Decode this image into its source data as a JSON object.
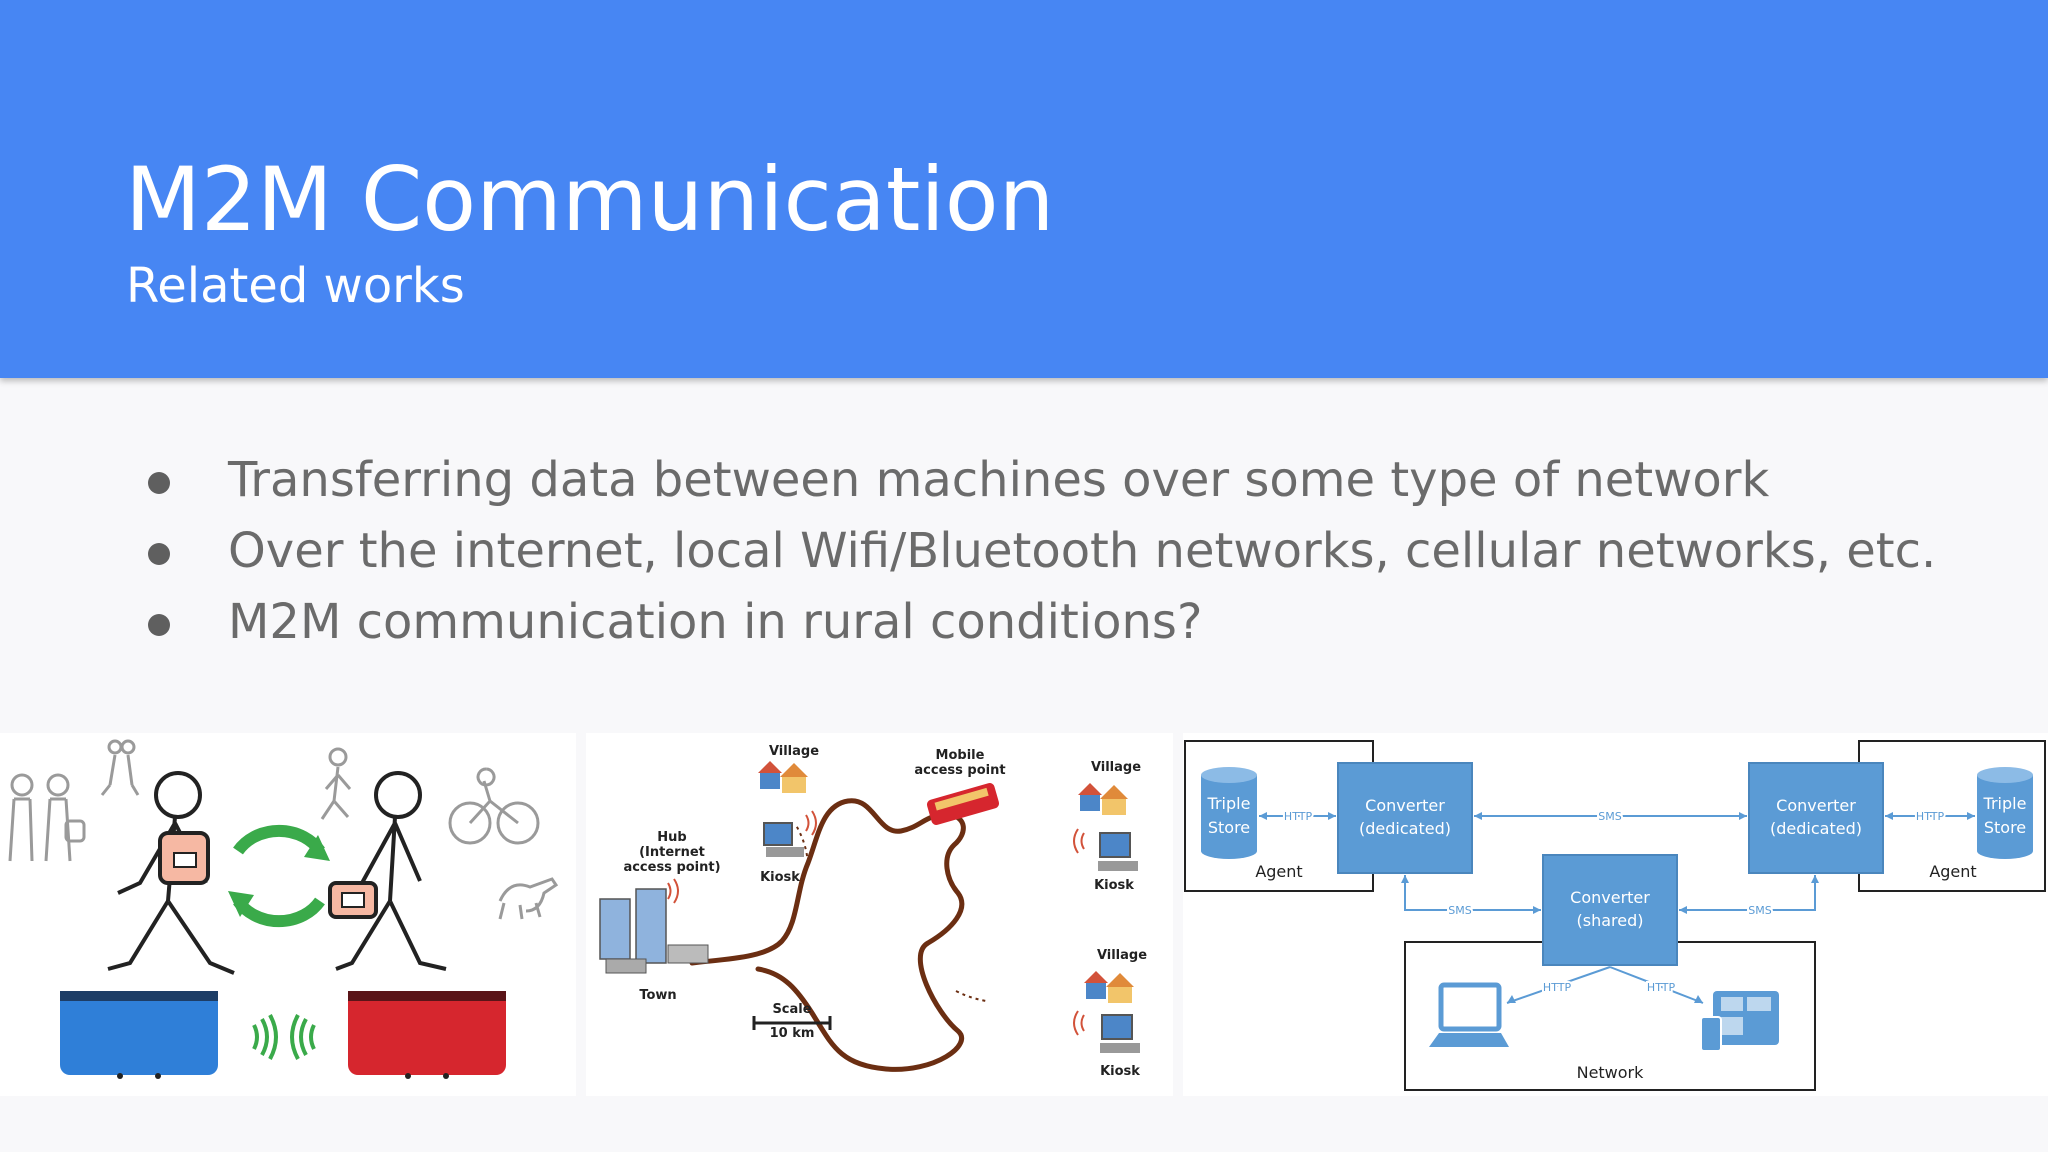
{
  "slide": {
    "title": "M2M Communication",
    "subtitle": "Related works",
    "bullets": [
      "Transferring data between machines over some type of network",
      "Over the internet, local Wifi/Bluetooth networks, cellular networks, etc.",
      "M2M communication in rural conditions?"
    ]
  },
  "map_diagram": {
    "labels": {
      "village_top": "Village",
      "kiosk_top": "Kiosk",
      "mobile": [
        "Mobile",
        "access point"
      ],
      "village_right": "Village",
      "kiosk_right": "Kiosk",
      "hub": [
        "Hub",
        "(Internet",
        "access point)"
      ],
      "town": "Town",
      "village_bottom": "Village",
      "kiosk_bottom": "Kiosk",
      "scale": "Scale",
      "scale_value": "10 km"
    }
  },
  "arch_diagram": {
    "triple_store_left": [
      "Triple",
      "Store"
    ],
    "agent_left": "Agent",
    "converter_left": [
      "Converter",
      "(dedicated)"
    ],
    "converter_right": [
      "Converter",
      "(dedicated)"
    ],
    "triple_store_right": [
      "Triple",
      "Store"
    ],
    "agent_right": "Agent",
    "converter_shared": [
      "Converter",
      "(shared)"
    ],
    "network": "Network",
    "http": "HTTP",
    "sms": "SMS"
  },
  "colors": {
    "header_bg": "#4786f3",
    "bullet_text": "#6b6b6b",
    "diagram_blue": "#5b9bd5",
    "road_brown": "#6b2e12",
    "arrow_green": "#3aaa4a"
  }
}
